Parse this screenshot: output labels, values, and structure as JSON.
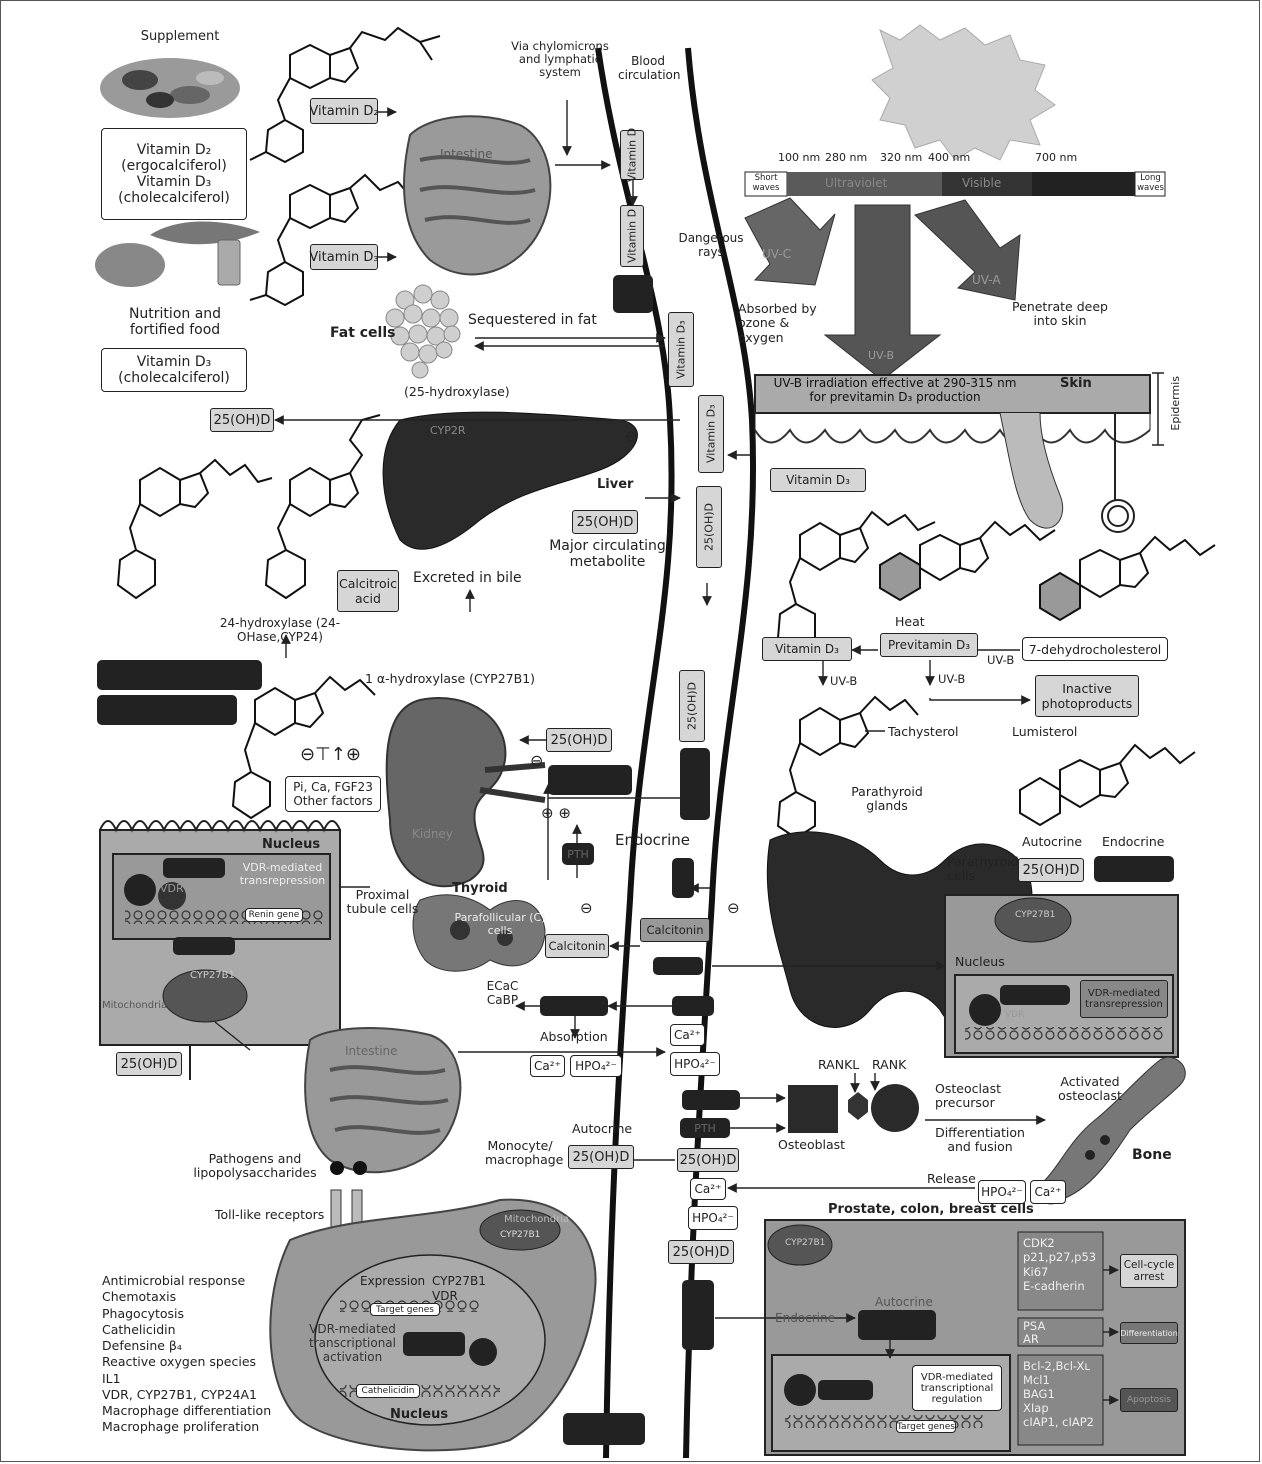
{
  "source_in": {
    "supplement": "Supplement",
    "d2_name": "Vitamin D₂",
    "d2_chem": "(ergocalciferol)",
    "d3_name": "Vitamin D₃",
    "d3_chem": "(cholecalciferol)",
    "nutrition": "Nutrition and fortified food",
    "d3_name_b": "Vitamin D₃",
    "d3_chem_b": "(cholecalciferol)",
    "vitamin_d2": "Vitamin D₂",
    "vitamin_d3": "Vitamin D₃"
  },
  "circulation": {
    "via": "Via chylomicrons and lymphatic system",
    "blood": "Blood circulation",
    "intestine": "Intestine",
    "vit_d1": "Vitamin D",
    "vit_d2": "Vitamin D",
    "fat_cells": "Fat cells",
    "sequestered": "Sequestered in fat",
    "vit_d3_a": "Vitamin D₃",
    "vit_d3_b": "Vitamin D₃",
    "hydroxylase25": "(25-hydroxylase)",
    "ohd_left": "25(OH)D",
    "cyp2r": "CYP2R",
    "liver": "Liver",
    "ohd_vertical": "25(OH)D",
    "ohd_liver": "25(OH)D",
    "major": "Major circulating metabolite",
    "calcitroic": "Calcitroic acid",
    "excreted": "Excreted in bile",
    "hydroxylase24": "24-hydroxylase (24-OHase,CYP24)"
  },
  "sunlight": {
    "nm100": "100 nm",
    "nm280": "280 nm",
    "nm320": "320 nm",
    "nm400": "400 nm",
    "nm700": "700 nm",
    "short": "Short waves",
    "ultraviolet": "Ultraviolet",
    "visible": "Visible",
    "long": "Long waves",
    "dangerous": "Dangerous rays",
    "uvc": "UV-C",
    "uva": "UV-A",
    "uvb": "UV-B",
    "absorbed": "Absorbed by ozone & oxygen",
    "penetrate": "Penetrate deep into skin",
    "irradiation": "UV-B irradiation effective at 290-315 nm for previtamin D₃ production",
    "skin": "Skin",
    "epidermis": "Epidermis",
    "vit_d3_skin": "Vitamin D₃"
  },
  "synthesis": {
    "heat": "Heat",
    "vit_d3": "Vitamin D₃",
    "previtamin": "Previtamin D₃",
    "dehydro": "7-dehydrocholesterol",
    "uvb1": "UV-B",
    "uvb2": "UV-B",
    "uvb3": "UV-B",
    "inactive": "Inactive photoproducts",
    "tachysterol": "Tachysterol",
    "lumisterol": "Lumisterol"
  },
  "kidney": {
    "alpha": "1 α-hydroxylase (CYP27B1)",
    "ohd": "25(OH)D",
    "factors1": "Pi, Ca, FGF23",
    "factors2": "Other factors",
    "kidney": "Kidney",
    "nucleus": "Nucleus",
    "vdr_trans": "VDR-mediated transrepression",
    "vdr": "VDR",
    "renin": "Renin gene",
    "cyp27b1": "CYP27B1",
    "mito": "Mitochondria",
    "ohd_cell": "25(OH)D",
    "proximal": "Proximal tubule cells",
    "endocrine": "Endocrine",
    "pth": "PTH",
    "thyroid": "Thyroid",
    "parafollicular": "Parafollicular (C) cells",
    "calcitonin1": "Calcitonin",
    "calcitonin2": "Calcitonin",
    "pth_small": "PTH",
    "ecac": "ECaC",
    "cabp": "CaBP",
    "absorption": "Absorption",
    "intestine2": "Intestine",
    "ca": "Ca²⁺",
    "hpo4": "HPO₄²⁻",
    "ca_b": "Ca²⁺",
    "hpo4_b": "HPO₄²⁻"
  },
  "parathyroid": {
    "glands": "Parathyroid glands",
    "cells": "Parathyroid cells",
    "autocrine": "Autocrine",
    "endocrine": "Endocrine",
    "ohd": "25(OH)D",
    "cyp": "CYP27B1",
    "nucleus": "Nucleus",
    "vdr_trans": "VDR-mediated transrepression",
    "vdr": "VDR"
  },
  "bone": {
    "rankl": "RANKL",
    "rank": "RANK",
    "osteoclast_prec": "Osteoclast precursor",
    "activated": "Activated osteoclast",
    "differentiation": "Differentiation and fusion",
    "osteoblast": "Osteoblast",
    "bone": "Bone",
    "release": "Release",
    "hpo4": "HPO₄²⁻",
    "ca": "Ca²⁺",
    "pth": "PTH"
  },
  "immune": {
    "pathogens": "Pathogens and lipopolysaccharides",
    "toll": "Toll-like receptors",
    "autocrine": "Autocrine",
    "monocyte": "Monocyte/ macrophage",
    "ohd1": "25(OH)D",
    "ohd2": "25(OH)D",
    "ca": "Ca²⁺",
    "hpo4": "HPO₄²⁻",
    "ohd3": "25(OH)D",
    "mito": "Mitochondria",
    "cyp": "CYP27B1",
    "expression": "Expression",
    "cyp_b": "CYP27B1",
    "vdr": "VDR",
    "target": "Target genes",
    "vdr_act": "VDR-mediated transcriptional activation",
    "cathelicidin": "Cathelicidin",
    "nucleus": "Nucleus",
    "responses": [
      "Antimicrobial response",
      "Chemotaxis",
      "Phagocytosis",
      "Cathelicidin",
      "Defensine β₄",
      "Reactive oxygen species",
      "IL1",
      "VDR, CYP27B1, CYP24A1",
      "Macrophage differentiation",
      "Macrophage proliferation"
    ]
  },
  "prostate": {
    "title": "Prostate, colon, breast cells",
    "cyp": "CYP27B1",
    "autocrine": "Autocrine",
    "endocrine": "Endocrine",
    "vdr_reg": "VDR-mediated transcriptional regulation",
    "target": "Target genes",
    "cdk2": "CDK2",
    "p21": "p21,p27,p53",
    "ki67": "Ki67",
    "ecad": "E-cadherin",
    "cellcycle": "Cell-cycle arrest",
    "psa": "PSA",
    "ar": "AR",
    "diff": "Differentiation",
    "bcl": "Bcl-2,Bcl-Xʟ",
    "mcl": "Mcl1",
    "bag": "BAG1",
    "xiap": "XIap",
    "ciap": "cIAP1, cIAP2",
    "apoptosis": "Apoptosis"
  }
}
